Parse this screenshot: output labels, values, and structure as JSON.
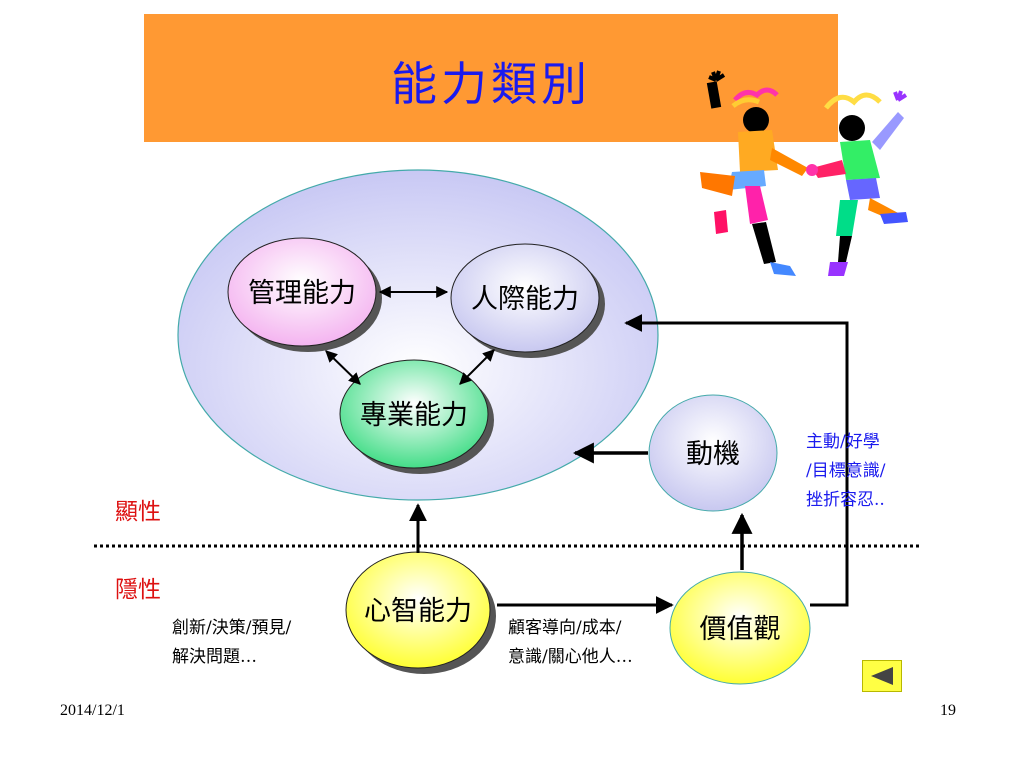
{
  "title": "能力類別",
  "nodes": {
    "management": "管理能力",
    "interpersonal": "人際能力",
    "professional": "專業能力",
    "motivation": "動機",
    "mental": "心智能力",
    "values": "價值觀"
  },
  "labels": {
    "explicit": "顯性",
    "implicit": "隱性"
  },
  "notes": {
    "motivation": "主動/好學\n/目標意識/\n挫折容忍..",
    "mental": "創新/決策/預見/\n解決問題…",
    "values": "顧客導向/成本/\n意識/關心他人…"
  },
  "footer": {
    "date": "2014/12/1",
    "page": "19"
  },
  "colors": {
    "title_bar": "#ff9933",
    "title_text": "#1a1aee",
    "side_label": "#dd1111",
    "notes_blue": "#1a1aee",
    "back_button": "#ffff44"
  },
  "icons": {
    "back_button": "triangle-left-icon",
    "clipart": "dancing-people-illustration"
  }
}
